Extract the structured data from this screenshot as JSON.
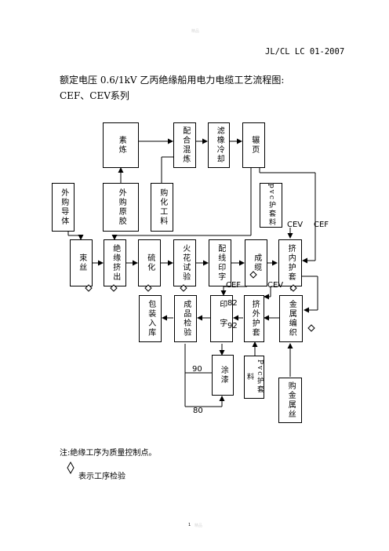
{
  "header": {
    "doc_code": "JL/CL LC 01-2007"
  },
  "title": "额定电压 0.6/1kV 乙丙绝缘船用电力电缆工艺流程图:",
  "subtitle": "CEF、CEV系列",
  "nodes": {
    "suchan": "素炼",
    "peihe": "配合混炼",
    "lvxiang": "滤橡冷却",
    "nianye": "辗页",
    "waigou_daoti": "外购导体",
    "waigou_jiaojiao": "外购原胶",
    "gouhua_gongliao": "购化工料",
    "pvc_hutaoliao_top": "pvc护套料",
    "shusi": "束丝",
    "jueyuan_jichu": "绝缘挤出",
    "liuhua": "硫化",
    "huohua": "火花试验",
    "peixian": "配线印字",
    "chenglan": "成缆",
    "jinei_hutao": "挤内护套",
    "baozhuang": "包装入库",
    "chengpin": "成品检验",
    "yinzi": "印字",
    "jiwai_hutao": "挤外护套",
    "jinshu": "金属编织",
    "tuqi": "涂漆",
    "pvc_hutaoliao_bottom": "Pvc护套料",
    "goujinshu": "购金属丝"
  },
  "labels": {
    "cev_top": "CEV",
    "cef_top": "CEF",
    "cef_mid": "CEF",
    "cev_mid": "CEV",
    "n82": "82",
    "n92": "92",
    "n90": "90",
    "n80": "80"
  },
  "note": "注:绝缘工序为质量控制点。",
  "legend": {
    "text": "表示工序检验"
  },
  "page_number": "1",
  "faint_top": "精品",
  "faint_bottom": "精品"
}
